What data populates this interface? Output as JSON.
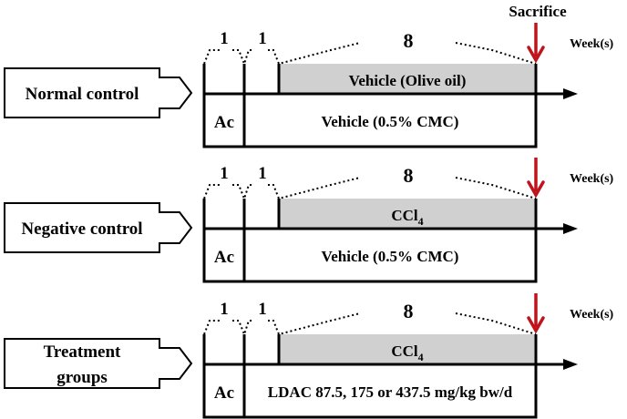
{
  "sacrifice_label": "Sacrifice",
  "colors": {
    "arrow": "#c0141c",
    "shade": "#d0d0d0",
    "line": "#000000"
  },
  "panels": [
    {
      "group_label": [
        "Normal control"
      ],
      "period_labels": [
        "1",
        "1",
        "8"
      ],
      "week_label": "Week(s)",
      "acclimation": "Ac",
      "shaded_label": "Vehicle (Olive oil)",
      "shaded_sub": "",
      "bottom_label": "Vehicle (0.5% CMC)"
    },
    {
      "group_label": [
        "Negative control"
      ],
      "period_labels": [
        "1",
        "1",
        "8"
      ],
      "week_label": "Week(s)",
      "acclimation": "Ac",
      "shaded_label": "CCl",
      "shaded_sub": "4",
      "bottom_label": "Vehicle (0.5% CMC)"
    },
    {
      "group_label": [
        "Treatment",
        "groups"
      ],
      "period_labels": [
        "1",
        "1",
        "8"
      ],
      "week_label": "Week(s)",
      "acclimation": "Ac",
      "shaded_label": "CCl",
      "shaded_sub": "4",
      "bottom_label": "LDAC 87.5, 175 or 437.5 mg/kg  bw/d"
    }
  ]
}
